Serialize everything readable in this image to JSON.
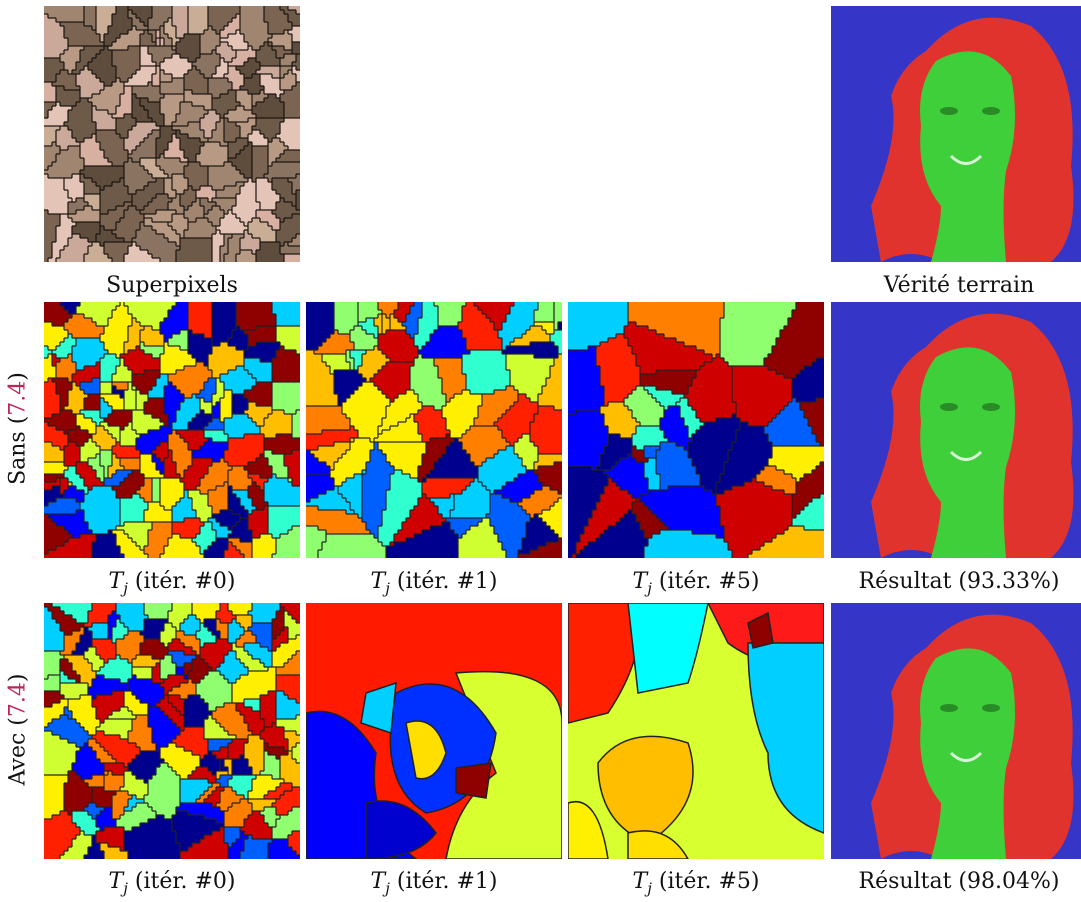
{
  "figure": {
    "row_labels": [
      {
        "prefix": "Sans (",
        "ref": "7.4",
        "suffix": ")"
      },
      {
        "prefix": "Avec (",
        "ref": "7.4",
        "suffix": ")"
      }
    ],
    "top_captions": {
      "superpixels": "Superpixels",
      "ground_truth": "Vérité terrain"
    },
    "panel_caption_var": "T",
    "panel_caption_sub": "j",
    "row1_captions": [
      "(itér. #0)",
      "(itér. #1)",
      "(itér. #5)"
    ],
    "row1_result": "Résultat (93.33%)",
    "row2_captions": [
      "(itér. #0)",
      "(itér. #1)",
      "(itér. #5)"
    ],
    "row2_result": "Résultat (98.04%)"
  },
  "colors": {
    "hair_overlay": "#e0332e",
    "face_overlay": "#3ecf3a",
    "background_overlay": "#3a3ad8",
    "jet_palette": [
      "#00008f",
      "#0000ff",
      "#0060ff",
      "#00cfff",
      "#30ffcf",
      "#8fff6f",
      "#cfff30",
      "#ffef00",
      "#ffbf00",
      "#ff7f00",
      "#ff2000",
      "#cf0000",
      "#8f0000"
    ]
  }
}
